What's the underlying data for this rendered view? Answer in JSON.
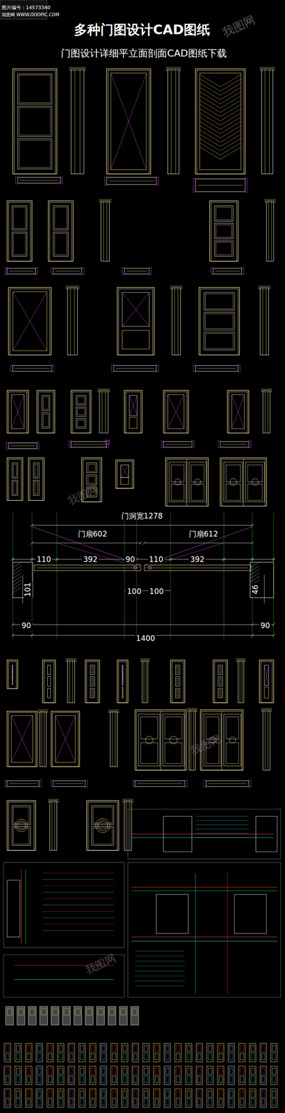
{
  "diagram": {
    "title": "多种门图设计CAD图纸",
    "labels": [
      "图片编号：14573340",
      "我图网 WWW.OOOPIC.COM",
      "门图设计详细平立面剖面CAD图纸下载",
      "门洞宽1278",
      "门扇602",
      "门扇612",
      "110",
      "392",
      "90",
      "110",
      "392",
      "101",
      "100",
      "100",
      "46",
      "90",
      "90",
      "1400",
      "我图网",
      "我图网",
      "我图网",
      "我图网"
    ]
  }
}
